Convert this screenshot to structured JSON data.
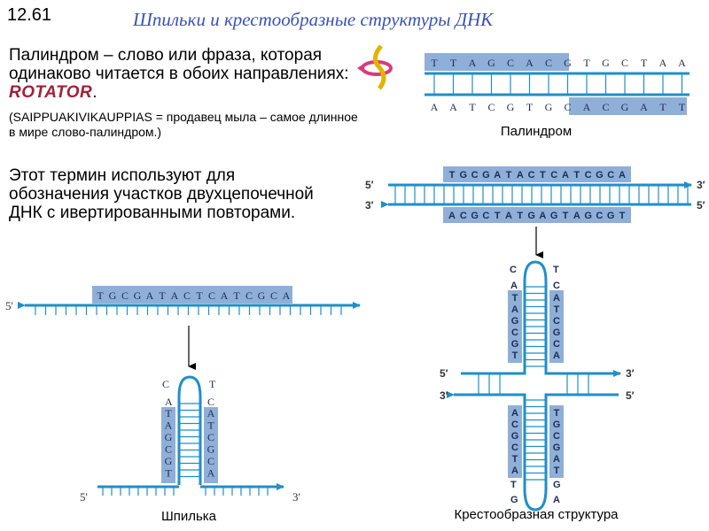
{
  "header": {
    "slide_number": "12.61",
    "title": "Шпильки и крестообразные структуры ДНК"
  },
  "definition": {
    "text": "Палиндром – слово или фраза, которая одинаково читается в обоих направлениях: ",
    "example": "ROTATOR",
    "end": "."
  },
  "note": "(SAIPPUAKIVIKAUPPIAS = продавец мыла – самое длинное в мире слово-палиндром.)",
  "term": "Этот термин используют для обозначения участков двухцепочечной ДНК с ивертированными повторами.",
  "palindrome_figure": {
    "top_letters": [
      "T",
      "T",
      "A",
      "G",
      "C",
      "A",
      "C",
      "G",
      "T",
      "G",
      "C",
      "T",
      "A",
      "A"
    ],
    "bottom_letters": [
      "A",
      "A",
      "T",
      "C",
      "G",
      "T",
      "G",
      "C",
      "A",
      "C",
      "G",
      "A",
      "T",
      "T"
    ],
    "caption": "Палиндром"
  },
  "duplex_figure": {
    "top_strand": [
      "T",
      "G",
      "C",
      "G",
      "A",
      "T",
      "A",
      "C",
      "T",
      "C",
      "A",
      "T",
      "C",
      "G",
      "C",
      "A"
    ],
    "bottom_strand": [
      "A",
      "C",
      "G",
      "C",
      "T",
      "A",
      "T",
      "G",
      "A",
      "G",
      "T",
      "A",
      "G",
      "C",
      "G",
      "T"
    ],
    "label_5_left": "5′",
    "label_3_right": "3′",
    "label_3_left": "3′",
    "label_5_right": "5′"
  },
  "single_strand_figure": {
    "strand": [
      "T",
      "G",
      "C",
      "G",
      "A",
      "T",
      "A",
      "C",
      "T",
      "C",
      "A",
      "T",
      "C",
      "G",
      "C",
      "A"
    ],
    "label_5": "5'"
  },
  "hairpin_figure": {
    "loop_left": "C",
    "loop_right": "T",
    "left_a": "A",
    "right_c": "C",
    "stem_left": [
      "T",
      "A",
      "G",
      "C",
      "G",
      "T"
    ],
    "stem_right": [
      "A",
      "T",
      "C",
      "G",
      "C",
      "A"
    ],
    "label_5": "5'",
    "label_3": "3'",
    "caption": "Шпилька"
  },
  "cruciform_figure": {
    "top_loop_left": "C",
    "top_loop_right": "T",
    "top_a": "A",
    "top_c": "C",
    "top_stem_left": [
      "T",
      "A",
      "G",
      "C",
      "G",
      "T"
    ],
    "top_stem_right": [
      "A",
      "T",
      "C",
      "G",
      "C",
      "A"
    ],
    "bottom_stem_left": [
      "A",
      "C",
      "G",
      "C",
      "T",
      "A"
    ],
    "bottom_stem_right": [
      "T",
      "G",
      "C",
      "G",
      "A",
      "T"
    ],
    "bottom_t": "T",
    "bottom_g": "G",
    "bottom_loop_left": "G",
    "bottom_loop_right": "A",
    "label_5_upper": "5′",
    "label_3_upper": "3′",
    "label_3_lower": "3′",
    "label_5_lower": "5′",
    "caption": "Крестообразная структура"
  },
  "colors": {
    "strand": "#1f8fc7",
    "box": "#8fafd8",
    "box_dark": "#6f93c8",
    "title": "#3a52b8",
    "accent": "#a0203a"
  }
}
